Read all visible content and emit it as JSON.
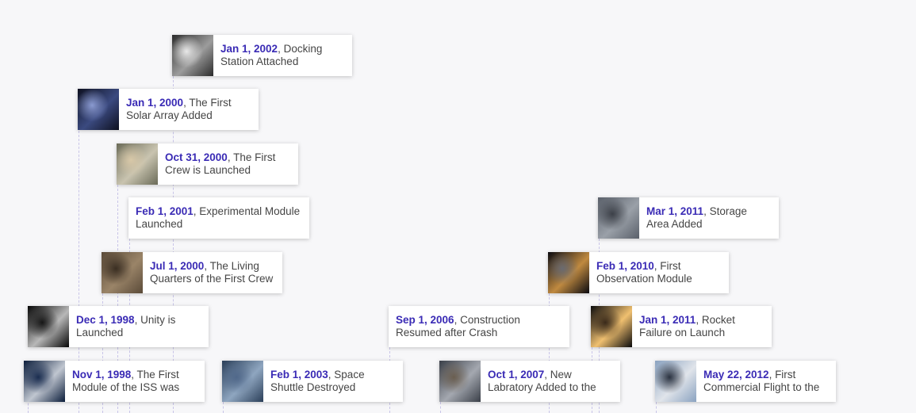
{
  "timeline": {
    "events": [
      {
        "id": "docking-station",
        "date": "Jan 1, 2002",
        "text": ", Docking Station Attached",
        "thumb": true,
        "colors": [
          "#2b2b2b",
          "#9c9c9c",
          "#e8e8e8"
        ]
      },
      {
        "id": "solar-array",
        "date": "Jan 1, 2000",
        "text": ", The First Solar Array Added",
        "thumb": true,
        "colors": [
          "#0d1020",
          "#3b4a80",
          "#8a9ad0"
        ]
      },
      {
        "id": "first-crew",
        "date": "Oct 31, 2000",
        "text": ", The First Crew is Launched",
        "thumb": true,
        "colors": [
          "#6b6b58",
          "#c9c4b0",
          "#d8c8a8"
        ]
      },
      {
        "id": "experimental-module",
        "date": "Feb 1, 2001",
        "text": ", Experimental Module Launched",
        "thumb": false
      },
      {
        "id": "living-quarters",
        "date": "Jul 1, 2000",
        "text": ", The Living Quarters of the First Crew",
        "thumb": true,
        "colors": [
          "#5a4a38",
          "#9a8468",
          "#3a2e22"
        ]
      },
      {
        "id": "unity",
        "date": "Dec 1, 1998",
        "text": ", Unity is Launched",
        "thumb": true,
        "colors": [
          "#050505",
          "#b8b8b8",
          "#161616"
        ]
      },
      {
        "id": "first-module",
        "date": "Nov 1, 1998",
        "text": ", The First Module of the ISS was",
        "thumb": true,
        "colors": [
          "#0a1c3a",
          "#c0c6d0",
          "#1a2d50"
        ]
      },
      {
        "id": "shuttle-destroyed",
        "date": "Feb 1, 2003",
        "text": ", Space Shuttle Destroyed",
        "thumb": true,
        "colors": [
          "#2a3e58",
          "#8fa6c0",
          "#50688a"
        ]
      },
      {
        "id": "construction-resumed",
        "date": "Sep 1, 2006",
        "text": ", Construction Resumed after Crash",
        "thumb": false
      },
      {
        "id": "new-laboratory",
        "date": "Oct 1, 2007",
        "text": ", New Labratory Added to the",
        "thumb": true,
        "colors": [
          "#3a3f48",
          "#a4a8b0",
          "#6a5e50"
        ]
      },
      {
        "id": "storage-area",
        "date": "Mar 1, 2011",
        "text": ", Storage Area Added",
        "thumb": true,
        "colors": [
          "#5a606a",
          "#9aa0a8",
          "#3c4048"
        ]
      },
      {
        "id": "observation-module",
        "date": "Feb 1, 2010",
        "text": ", First Observation Module",
        "thumb": true,
        "colors": [
          "#0a0a10",
          "#c08a40",
          "#6a6a70"
        ]
      },
      {
        "id": "rocket-failure",
        "date": "Jan 1, 2011",
        "text": ", Rocket Failure on Launch",
        "thumb": true,
        "colors": [
          "#0a0a0c",
          "#f0c070",
          "#3a2a1a"
        ]
      },
      {
        "id": "commercial-flight",
        "date": "May 22, 2012",
        "text": ", First Commercial Flight to the",
        "thumb": true,
        "colors": [
          "#8aa2c0",
          "#e0e4ea",
          "#2a3240"
        ]
      }
    ]
  }
}
